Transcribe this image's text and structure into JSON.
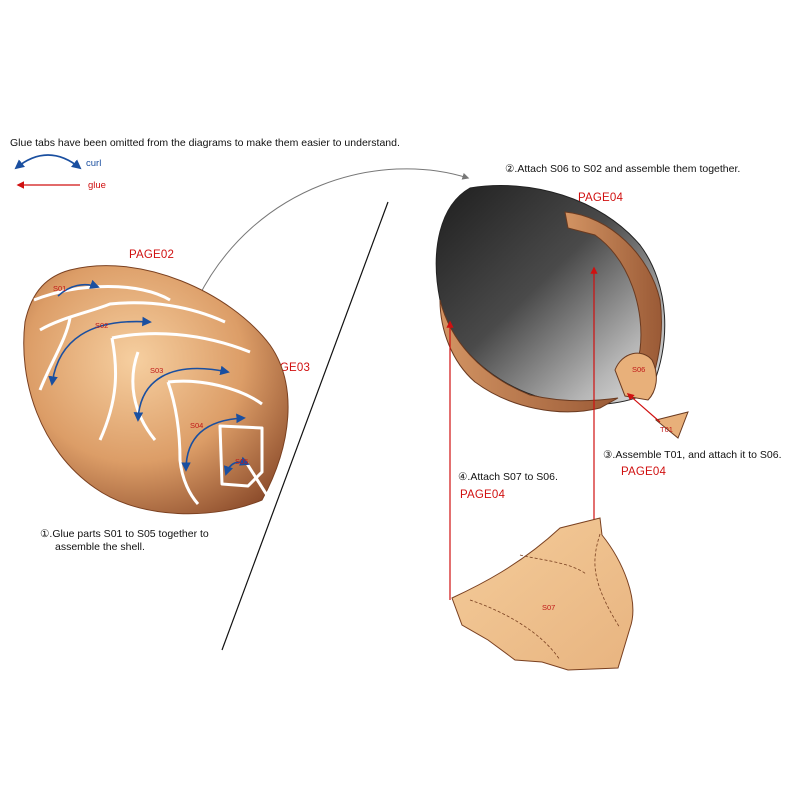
{
  "intro_note": "Glue tabs have been omitted from the diagrams to make them easier to understand.",
  "legend": {
    "curl_label": "curl",
    "glue_label": "glue",
    "curl_color": "#1a4fa0",
    "glue_color": "#d01010"
  },
  "pages": {
    "p02": "PAGE02",
    "p03": "PAGE03",
    "p04_a": "PAGE04",
    "p04_b": "PAGE04",
    "p04_c": "PAGE04"
  },
  "parts": {
    "s01": "S01",
    "s02": "S02",
    "s03": "S03",
    "s04": "S04",
    "s05": "S05",
    "s06": "S06",
    "s07": "S07",
    "t01": "T01"
  },
  "steps": {
    "step1_line1": "①.Glue parts S01 to S05 together to",
    "step1_line2": "assemble the shell.",
    "step2": "②.Attach S06 to S02 and assemble them together.",
    "step3": "③.Assemble T01, and attach it to S06.",
    "step4": "④.Attach S07 to S06."
  },
  "colors": {
    "shell_light": "#f0c08e",
    "shell_dark": "#8a4a2a",
    "inner_dark": "#2a2a2a",
    "inner_light": "#c8c8c8",
    "flat_part": "#f1c793"
  }
}
